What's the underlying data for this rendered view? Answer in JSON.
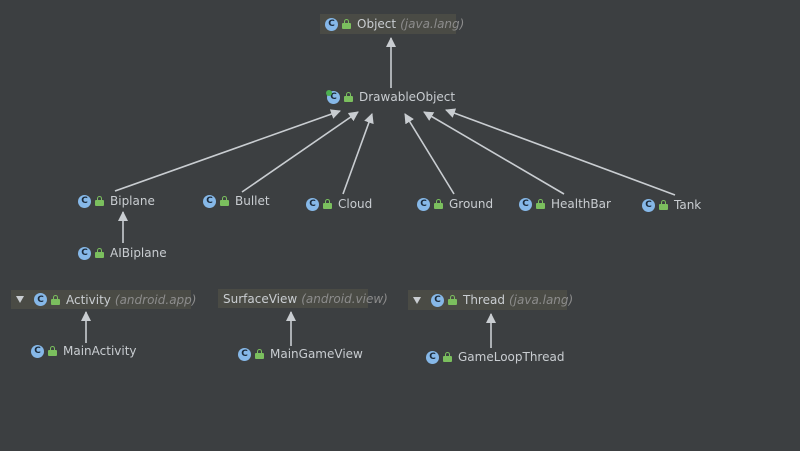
{
  "colors": {
    "background": "#3c3f41",
    "edge": "#c9cdd1",
    "class_icon": "#86b8e8",
    "lock": "#7bbf5e",
    "boxed_bg": "#4a4b45"
  },
  "nodes": {
    "object": {
      "name": "Object",
      "package": "(java.lang)",
      "icon": "class-icon"
    },
    "drawable_object": {
      "name": "DrawableObject",
      "icon": "abstract-class-icon"
    },
    "biplane": {
      "name": "Biplane",
      "icon": "class-icon"
    },
    "bullet": {
      "name": "Bullet",
      "icon": "class-icon"
    },
    "cloud": {
      "name": "Cloud",
      "icon": "class-icon"
    },
    "ground": {
      "name": "Ground",
      "icon": "class-icon"
    },
    "healthbar": {
      "name": "HealthBar",
      "icon": "class-icon"
    },
    "tank": {
      "name": "Tank",
      "icon": "class-icon"
    },
    "aibiplane": {
      "name": "AIBiplane",
      "icon": "class-icon"
    },
    "activity": {
      "name": "Activity",
      "package": "(android.app)",
      "icon": "class-icon",
      "collapsible": true
    },
    "surfaceview": {
      "name": "SurfaceView",
      "package": "(android.view)"
    },
    "thread": {
      "name": "Thread",
      "package": "(java.lang)",
      "icon": "class-icon",
      "collapsible": true
    },
    "main_activity": {
      "name": "MainActivity",
      "icon": "class-icon"
    },
    "main_game_view": {
      "name": "MainGameView",
      "icon": "class-icon"
    },
    "game_loop_thread": {
      "name": "GameLoopThread",
      "icon": "class-icon"
    }
  },
  "icon_letter": "C"
}
